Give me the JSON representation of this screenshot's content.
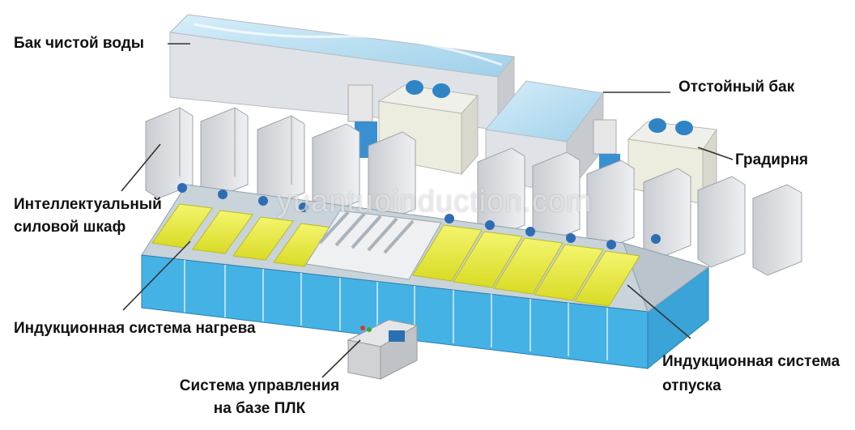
{
  "labels": {
    "clean_water_tank": "Бак чистой воды",
    "settling_tank": "Отстойный бак",
    "cooling_tower": "Градирня",
    "power_cabinet_line1": "Интеллектуальный",
    "power_cabinet_line2": "силовой шкаф",
    "heating_system": "Индукционная система нагрева",
    "tempering_line1": "Индукционная система",
    "tempering_line2": "отпуска",
    "plc_line1": "Система управления",
    "plc_line2": "на базе ПЛК"
  },
  "watermark": "yuantuoinduction.com",
  "colors": {
    "frame_blue": "#45b2e6",
    "coil_yellow": "#ecee3c",
    "cabinet_grey": "#dcdfe3",
    "water": "#bfe3f5",
    "leader_line": "#333333"
  }
}
